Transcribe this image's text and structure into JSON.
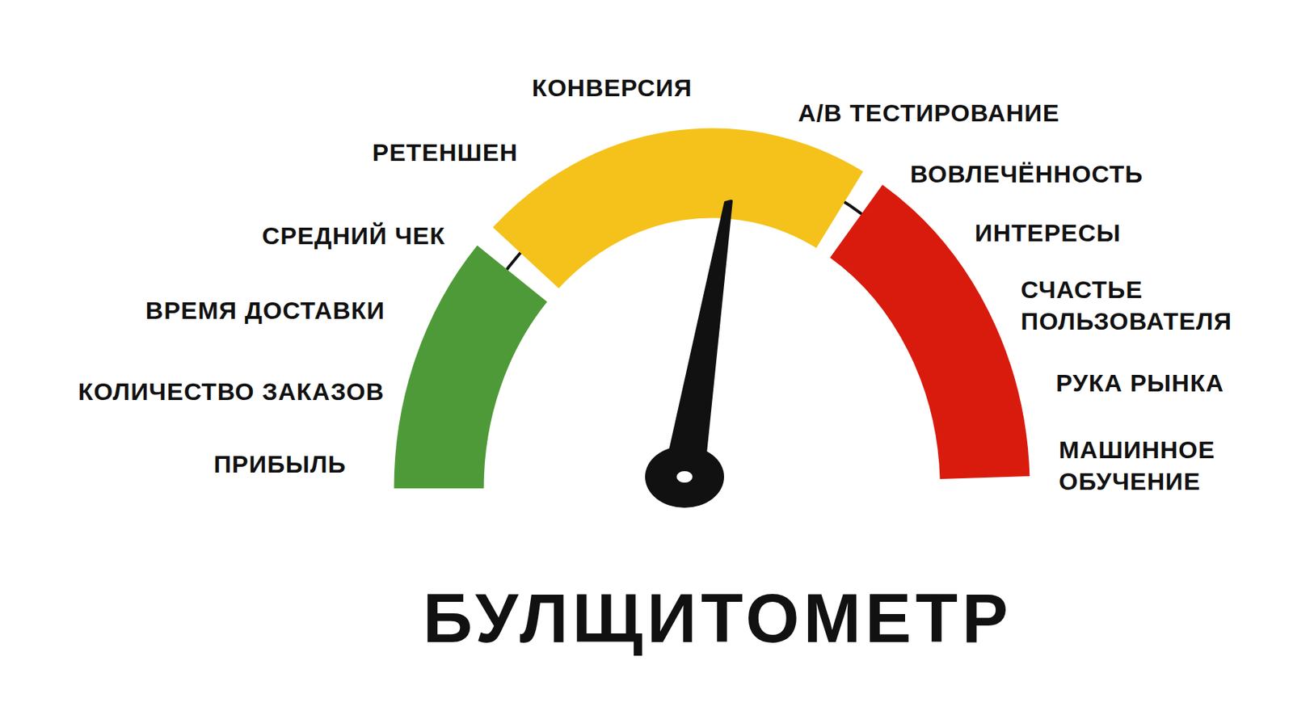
{
  "diagram": {
    "title": "БУЛЩИТОМЕТР",
    "labels": [
      "КОНВЕРСИЯ",
      "A/B ТЕСТИРОВАНИЕ",
      "РЕТЕНШЕН",
      "ВОВЛЕЧЁННОСТЬ",
      "ИНТЕРЕСЫ",
      "СРЕДНИЙ ЧЕК",
      "СЧАСТЬЕ ПОЛЬЗОВАТЕЛЯ",
      "ВРЕМЯ ДОСТАВКИ",
      "РУКА РЫНКА",
      "КОЛИЧЕСТВО ЗАКАЗОВ",
      "ПРИБЫЛЬ",
      "МАШИННОЕ ОБУЧЕНИЕ"
    ]
  }
}
